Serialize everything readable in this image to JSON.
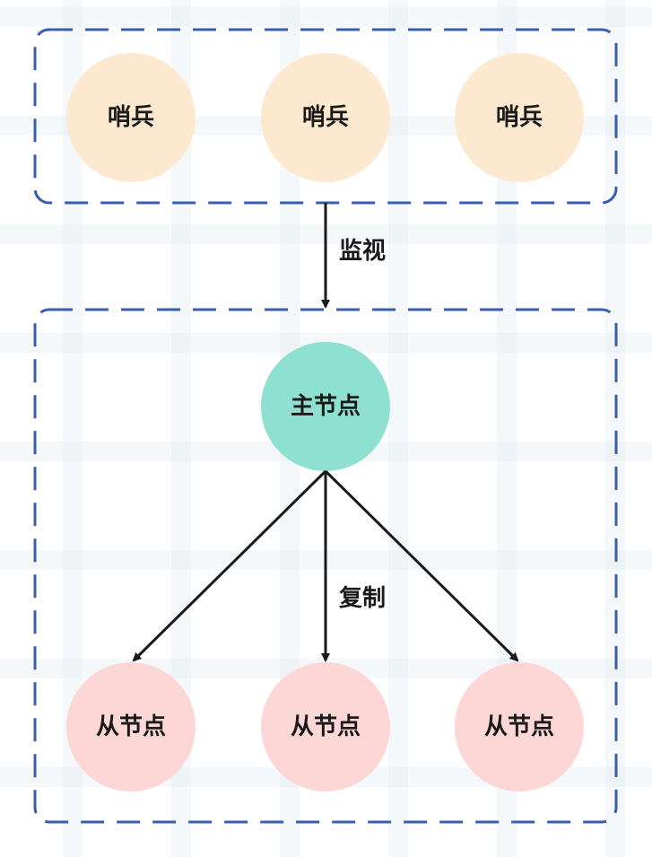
{
  "diagram": {
    "sentinel_nodes": [
      {
        "label": "哨兵"
      },
      {
        "label": "哨兵"
      },
      {
        "label": "哨兵"
      }
    ],
    "monitor_label": "监视",
    "master_node": {
      "label": "主节点"
    },
    "replicate_label": "复制",
    "replica_nodes": [
      {
        "label": "从节点"
      },
      {
        "label": "从节点"
      },
      {
        "label": "从节点"
      }
    ]
  },
  "colors": {
    "sentinel_fill": "#fde9cf",
    "master_fill": "#8ee0d1",
    "replica_fill": "#fcd7d6",
    "group_border": "#3a5eab",
    "arrow": "#1a1a1a"
  }
}
